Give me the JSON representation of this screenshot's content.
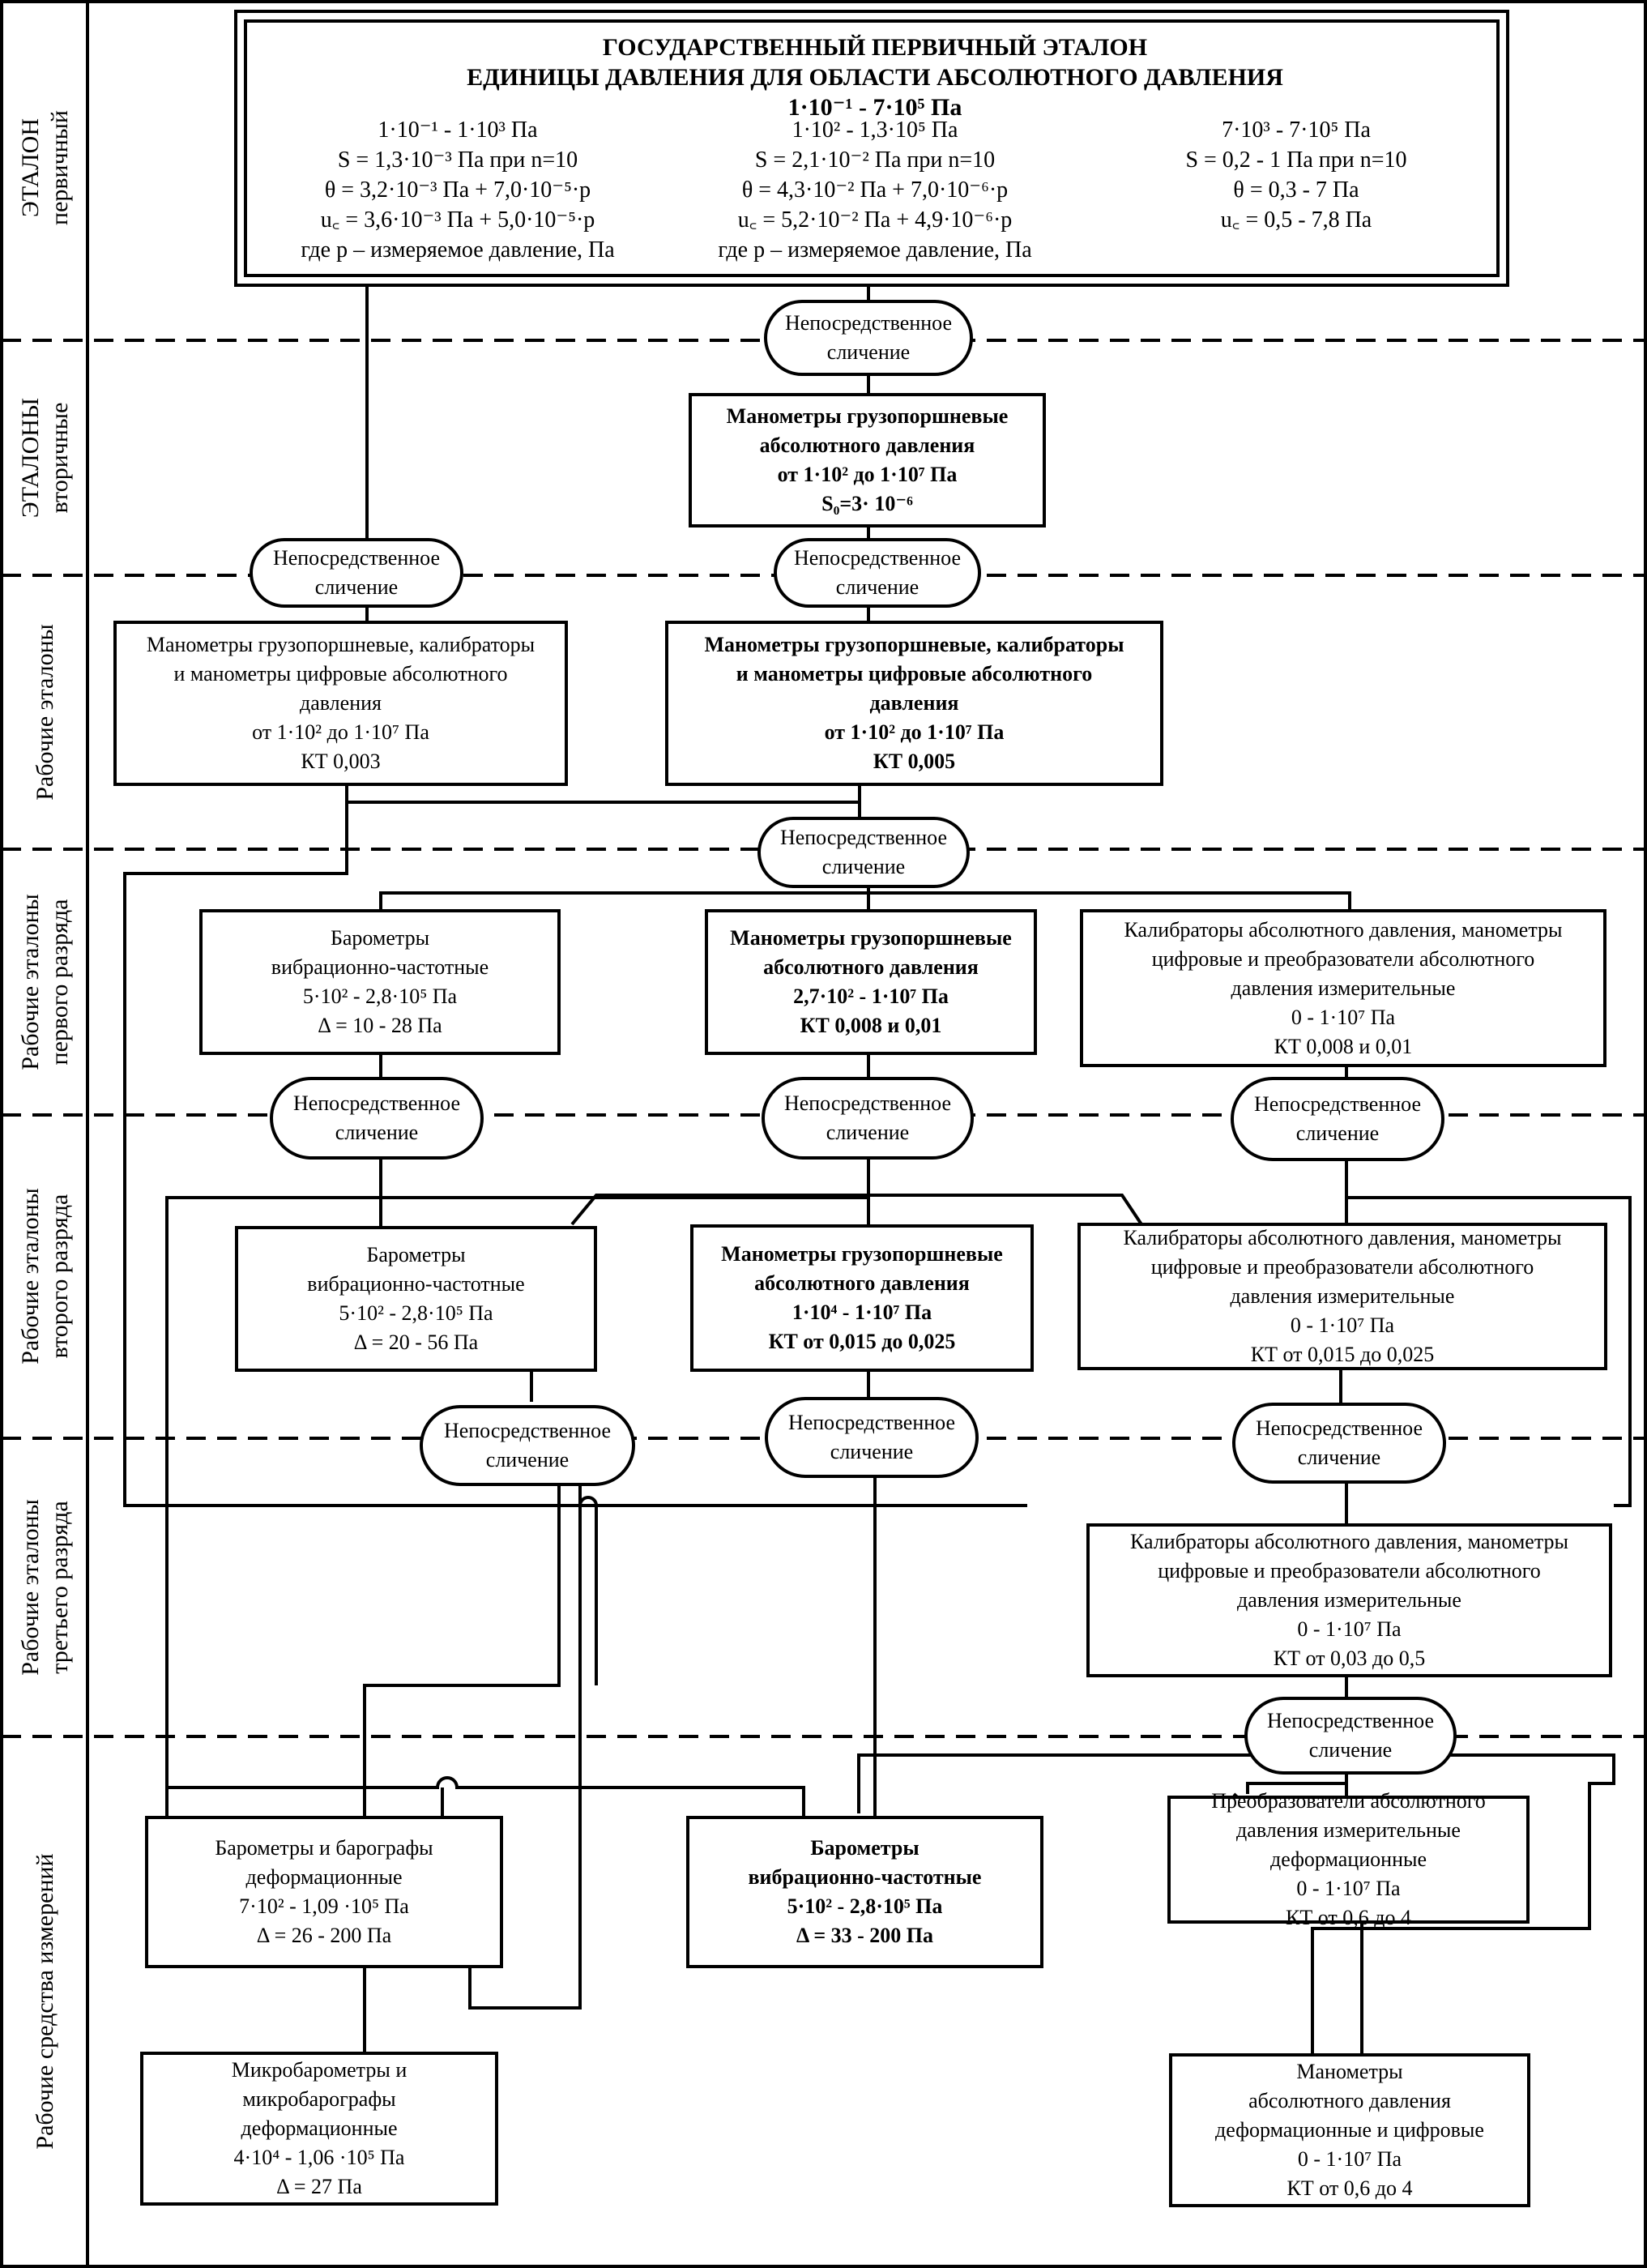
{
  "sections": [
    {
      "id": "primary",
      "lines": [
        "ЭТАЛОН",
        "первичный"
      ]
    },
    {
      "id": "secondary",
      "lines": [
        "ЭТАЛОНЫ",
        "вторичные"
      ]
    },
    {
      "id": "working",
      "lines": [
        "Рабочие эталоны"
      ]
    },
    {
      "id": "first",
      "lines": [
        "Рабочие эталоны",
        "первого разряда"
      ]
    },
    {
      "id": "second",
      "lines": [
        "Рабочие эталоны",
        "второго разряда"
      ]
    },
    {
      "id": "third",
      "lines": [
        "Рабочие эталоны",
        "третьего разряда"
      ]
    },
    {
      "id": "instruments",
      "lines": [
        "Рабочие средства измерений"
      ]
    }
  ],
  "primary_standard": {
    "title_lines": [
      "ГОСУДАРСТВЕННЫЙ ПЕРВИЧНЫЙ ЭТАЛОН",
      "ЕДИНИЦЫ ДАВЛЕНИЯ  ДЛЯ ОБЛАСТИ АБСОЛЮТНОГО  ДАВЛЕНИЯ",
      "1·10⁻¹ - 7·10⁵ Па"
    ],
    "col_left": [
      "1·10⁻¹ - 1·10³ Па",
      "S = 1,3·10⁻³ Па при n=10",
      "θ =  3,2·10⁻³ Па + 7,0·10⁻⁵·p",
      "u꜀ = 3,6·10⁻³ Па + 5,0·10⁻⁵·p",
      "где p – измеряемое  давление, Па"
    ],
    "col_mid": [
      "1·10² - 1,3·10⁵ Па",
      "S = 2,1·10⁻² Па при n=10",
      "θ =  4,3·10⁻² Па + 7,0·10⁻⁶·p",
      "u꜀ = 5,2·10⁻² Па + 4,9·10⁻⁶·p",
      "где p – измеряемое  давление, Па"
    ],
    "col_right": [
      "7·10³ - 7·10⁵ Па",
      "S = 0,2 - 1 Па при n=10",
      "θ =  0,3 - 7 Па",
      "u꜀ = 0,5 - 7,8 Па"
    ]
  },
  "comparison": [
    "Непосредственное",
    "сличение"
  ],
  "boxes": {
    "secondary_dwt": [
      "Манометры грузопоршневые",
      "абсолютного давления",
      "от 1·10² до 1·10⁷ Па",
      "S₀=3· 10⁻⁶"
    ],
    "work_left": [
      "Манометры грузопоршневые,  калибраторы",
      "и  манометры цифровые абсолютного",
      "давления",
      "от 1·10² до 1·10⁷ Па",
      "КТ 0,003"
    ],
    "work_mid": [
      "Манометры грузопоршневые,  калибраторы",
      "и  манометры цифровые абсолютного",
      "давления",
      "от 1·10² до 1·10⁷ Па",
      "КТ 0,005"
    ],
    "r1_left": [
      "Барометры",
      "вибрационно-частотные",
      "5·10² - 2,8·10⁵  Па",
      "Δ = 10 - 28 Па"
    ],
    "r1_mid": [
      "Манометры грузопоршневые",
      "абсолютного давления",
      "2,7·10² - 1·10⁷  Па",
      "КТ 0,008 и 0,01"
    ],
    "r1_right": [
      "Калибраторы абсолютного давления, манометры",
      "цифровые и преобразователи абсолютного",
      "давления измерительные",
      "0  - 1·10⁷  Па",
      "КТ 0,008 и 0,01"
    ],
    "r2_left": [
      "Барометры",
      "вибрационно-частотные",
      "5·10² - 2,8·10⁵  Па",
      "Δ = 20 - 56 Па"
    ],
    "r2_mid": [
      "Манометры грузопоршневые",
      "абсолютного давления",
      "1·10⁴ - 1·10⁷  Па",
      "КТ от 0,015 до 0,025"
    ],
    "r2_right": [
      "Калибраторы абсолютного давления, манометры",
      "цифровые и преобразователи абсолютного",
      "давления измерительные",
      "0 - 1·10⁷  Па",
      "КТ от 0,015 до 0,025"
    ],
    "r3_right": [
      "Калибраторы абсолютного давления, манометры",
      "цифровые и преобразователи абсолютного",
      "давления измерительные",
      "0 - 1·10⁷  Па",
      "КТ от 0,03 до 0,5"
    ],
    "wi_baro_def": [
      "Барометры и барографы",
      "деформационные",
      "7·10²  - 1,09 ·10⁵  Па",
      "Δ = 26 - 200  Па"
    ],
    "wi_baro_vib": [
      "Барометры",
      "вибрационно-частотные",
      "5·10² - 2,8·10⁵  Па",
      "Δ =  33 - 200 Па"
    ],
    "wi_transducers": [
      "Преобразователи абсолютного",
      "давления измерительные",
      "деформационные",
      "0 - 1·10⁷  Па",
      "КТ от 0,6 до 4"
    ],
    "wi_microbaro": [
      "Микробарометры и",
      "микробарографы",
      "деформационные",
      "4·10⁴  - 1,06 ·10⁵  Па",
      "Δ = 27 Па"
    ],
    "wi_manometers": [
      "Манометры",
      "абсолютного давления",
      "деформационные и цифровые",
      "0 - 1·10⁷  Па",
      "КТ от 0,6 до 4"
    ]
  }
}
